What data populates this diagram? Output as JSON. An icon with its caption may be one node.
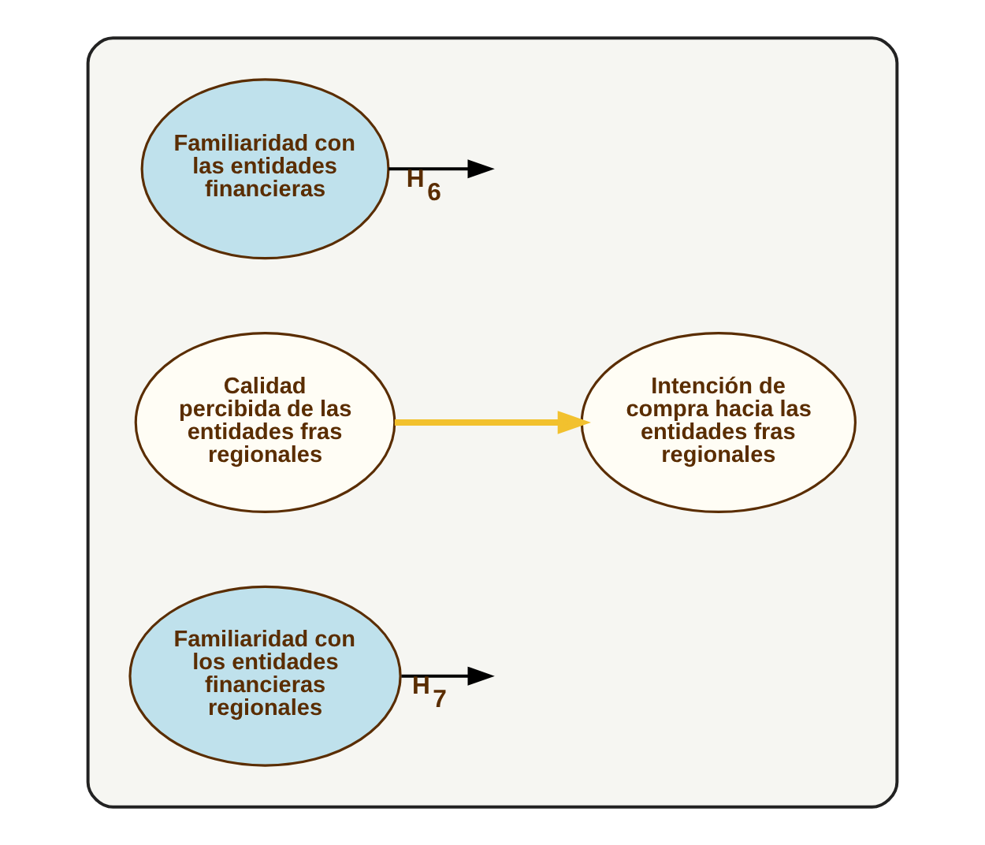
{
  "diagram": {
    "nodes": [
      {
        "text": [],
        "shape": "box"
      },
      {
        "text": [
          "Familiaridad con las entidades financieras"
        ],
        "in": 0
      },
      {
        "text": [
          "Calidad percibida de las entidades fras regionales"
        ],
        "in": 0
      },
      {
        "text": [
          "Intención de compra hacia las entidades fras regionales"
        ],
        "in": 0
      },
      {
        "text": [
          "Familiaridad con los entidades financieras regionales"
        ],
        "in": 0
      }
    ],
    "edges": [
      {
        "from": 1,
        "to": null,
        "arrow": "to",
        "label": "H$_{6}$"
      },
      {
        "from": 2,
        "to": 3,
        "arrow": "to",
        "style": "thick",
        "color": "#f2c12e"
      },
      {
        "from": 4,
        "to": null,
        "arrow": "to",
        "label": "H$_{7}$"
      }
    ]
  }
}
